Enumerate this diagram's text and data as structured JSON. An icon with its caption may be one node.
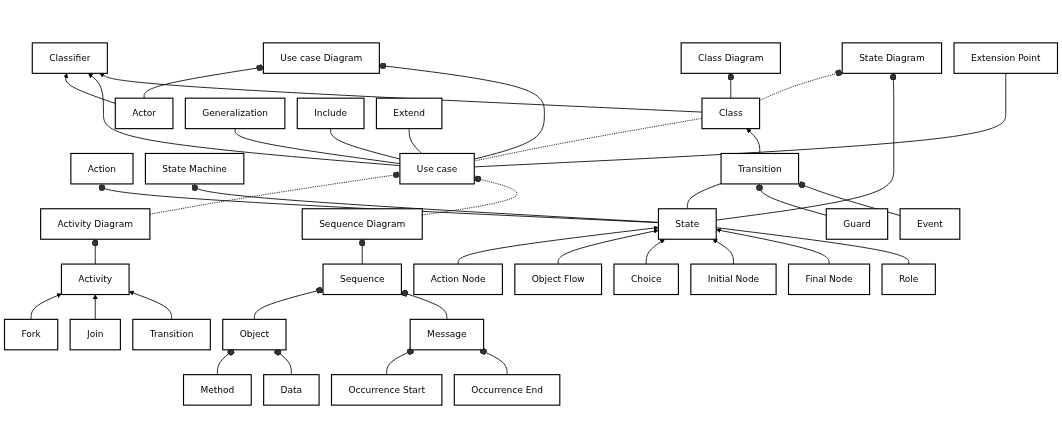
{
  "diagram": {
    "nodes": [
      {
        "text": [
          "State Diagram"
        ]
      },
      {
        "text": [
          "Classifier"
        ]
      },
      {
        "text": [
          "Use case Diagram"
        ]
      },
      {
        "text": [
          "Class Diagram"
        ]
      },
      {
        "text": [
          "Sequence Diagram"
        ]
      },
      {
        "text": [
          "Sequence"
        ]
      },
      {
        "text": [
          "Object"
        ]
      },
      {
        "text": [
          "Action"
        ]
      },
      {
        "text": [
          "State Machine"
        ]
      },
      {
        "text": [
          "Actor"
        ]
      },
      {
        "text": [
          "Use case"
        ]
      },
      {
        "text": [
          "Class"
        ]
      },
      {
        "text": [
          "Message"
        ]
      },
      {
        "text": [
          "Method"
        ]
      },
      {
        "text": [
          "Data"
        ]
      },
      {
        "text": [
          "Transition"
        ]
      },
      {
        "text": [
          "Generalization"
        ]
      },
      {
        "text": [
          "Include"
        ]
      },
      {
        "text": [
          "Extend"
        ]
      },
      {
        "text": [
          "Extension Point"
        ]
      },
      {
        "text": [
          "Occurrence Start"
        ]
      },
      {
        "text": [
          "Occurrence End"
        ]
      },
      {
        "text": [
          "Fork"
        ]
      },
      {
        "text": [
          "Join"
        ]
      },
      {
        "text": [
          "Action Node"
        ]
      },
      {
        "text": [
          "Object Flow"
        ]
      },
      {
        "text": [
          "Choice"
        ]
      },
      {
        "text": [
          "Initial Node"
        ]
      },
      {
        "text": [
          "Final Node"
        ]
      },
      {
        "text": [
          "Activity Diagram"
        ]
      },
      {
        "text": [
          "Activity"
        ]
      },
      {
        "text": [
          "Role"
        ]
      },
      {
        "text": [
          "State"
        ]
      },
      {
        "text": [
          "Transition"
        ]
      },
      {
        "text": [
          "Guard"
        ]
      },
      {
        "text": [
          "Event"
        ]
      }
    ],
    "edges": [
      {
        "from": 5,
        "to": 4,
        "arrow": "other"
      },
      {
        "from": 6,
        "to": 5,
        "arrow": "other"
      },
      {
        "from": 12,
        "to": 5,
        "arrow": "other"
      },
      {
        "from": 13,
        "to": 6,
        "arrow": "other"
      },
      {
        "from": 14,
        "to": 6,
        "arrow": "other"
      },
      {
        "from": 9,
        "to": 1,
        "arrow": "to"
      },
      {
        "from": 10,
        "to": 1,
        "arrow": "to"
      },
      {
        "from": 11,
        "to": 1,
        "arrow": "to"
      },
      {
        "from": 9,
        "to": 2,
        "arrow": "other"
      },
      {
        "from": 10,
        "to": 2,
        "arrow": "other"
      },
      {
        "from": 11,
        "to": 3,
        "arrow": "other"
      },
      {
        "from": 29,
        "to": 10,
        "arrow": "other",
        "style": "dashed"
      },
      {
        "from": 4,
        "to": 10,
        "arrow": "other",
        "style": "dashed"
      },
      {
        "from": 11,
        "to": 0,
        "arrow": "other",
        "style": "dashed"
      },
      {
        "from": 10,
        "to": 11,
        "arrow": "none",
        "style": "dashed"
      },
      {
        "from": 10,
        "to": 16,
        "arrow": "none"
      },
      {
        "from": 10,
        "to": 17,
        "arrow": "none"
      },
      {
        "from": 10,
        "to": 18,
        "arrow": "none"
      },
      {
        "from": 10,
        "to": 19,
        "arrow": "none"
      },
      {
        "from": 20,
        "to": 12,
        "arrow": "other"
      },
      {
        "from": 21,
        "to": 12,
        "arrow": "other"
      },
      {
        "from": 33,
        "to": 11,
        "arrow": "to"
      },
      {
        "from": 32,
        "to": 8,
        "arrow": "other"
      },
      {
        "from": 32,
        "to": 0,
        "arrow": "other"
      },
      {
        "from": 32,
        "to": 7,
        "arrow": "other"
      },
      {
        "from": 22,
        "to": 30,
        "arrow": "to"
      },
      {
        "from": 23,
        "to": 30,
        "arrow": "to"
      },
      {
        "from": 15,
        "to": 30,
        "arrow": "to"
      },
      {
        "from": 24,
        "to": 32,
        "arrow": "to"
      },
      {
        "from": 25,
        "to": 32,
        "arrow": "to"
      },
      {
        "from": 26,
        "to": 32,
        "arrow": "to"
      },
      {
        "from": 27,
        "to": 32,
        "arrow": "to"
      },
      {
        "from": 28,
        "to": 32,
        "arrow": "to"
      },
      {
        "from": 30,
        "to": 29,
        "arrow": "other"
      },
      {
        "from": 31,
        "to": 32,
        "arrow": "none"
      },
      {
        "from": 32,
        "to": 33,
        "arrow": "none"
      },
      {
        "from": 34,
        "to": 33,
        "arrow": "other"
      },
      {
        "from": 35,
        "to": 33,
        "arrow": "other"
      }
    ]
  }
}
